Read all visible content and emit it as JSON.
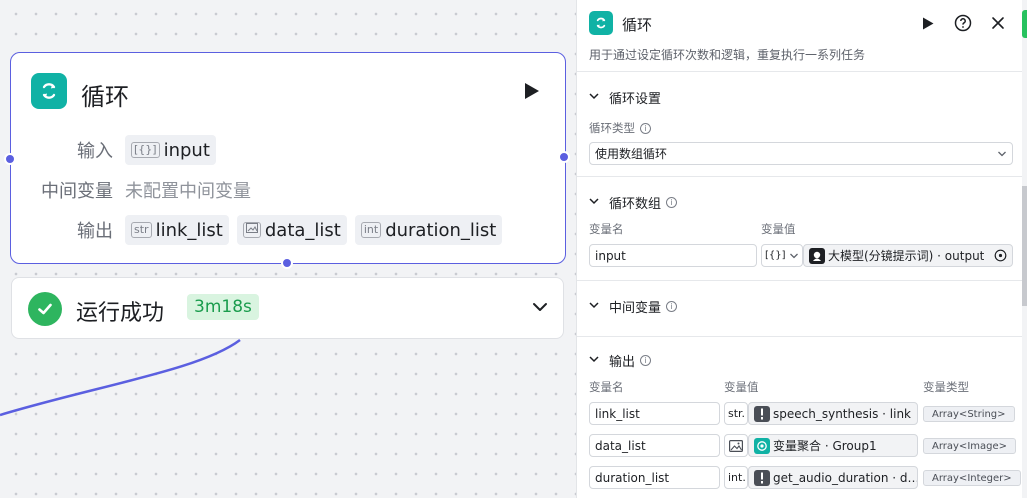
{
  "node": {
    "title": "循环",
    "input_label": "输入",
    "input_var": "input",
    "mid_label": "中间变量",
    "mid_value": "未配置中间变量",
    "output_label": "输出",
    "outputs": [
      {
        "type": "str",
        "name": "link_list"
      },
      {
        "type": "img",
        "name": "data_list"
      },
      {
        "type": "int",
        "name": "duration_list"
      }
    ]
  },
  "status": {
    "label": "运行成功",
    "time": "3m18s"
  },
  "panel": {
    "title": "循环",
    "description": "用于通过设定循环次数和逻辑，重复执行一系列任务",
    "loop_settings": {
      "title": "循环设置",
      "type_label": "循环类型",
      "type_value": "使用数组循环"
    },
    "loop_array": {
      "title": "循环数组",
      "col_name": "变量名",
      "col_value": "变量值",
      "var_name": "input",
      "var_type_glyph": "[{}]",
      "ref_value": "大模型(分镜提示词) · output"
    },
    "mid_vars": {
      "title": "中间变量"
    },
    "outputs": {
      "title": "输出",
      "col_name": "变量名",
      "col_value": "变量值",
      "col_type": "变量类型",
      "rows": [
        {
          "name": "link_list",
          "type_glyph": "str.",
          "ref": "speech_synthesis · link",
          "vtype": "Array<String>"
        },
        {
          "name": "data_list",
          "type_glyph": "img",
          "ref": "变量聚合 · Group1",
          "vtype": "Array<Image>"
        },
        {
          "name": "duration_list",
          "type_glyph": "int.",
          "ref": "get_audio_duration · d…",
          "vtype": "Array<Integer>"
        }
      ]
    }
  },
  "colors": {
    "accent": "#5b5fe0",
    "teal": "#10b2a5",
    "success": "#2eb55f"
  }
}
